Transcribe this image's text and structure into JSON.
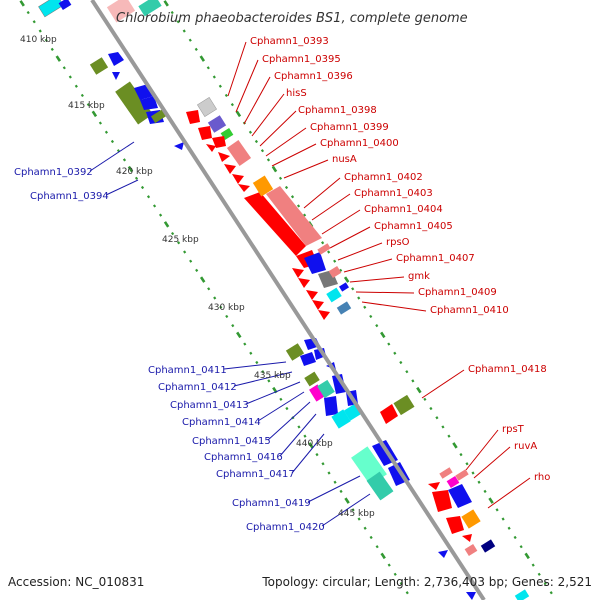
{
  "title": "Chlorobium phaeobacteroides BS1, complete genome",
  "kbp_marks": [
    {
      "text": "410 kbp"
    },
    {
      "text": "415 kbp"
    },
    {
      "text": "420 kbp"
    },
    {
      "text": "425 kbp"
    },
    {
      "text": "430 kbp"
    },
    {
      "text": "435 kbp"
    },
    {
      "text": "440 kbp"
    },
    {
      "text": "445 kbp"
    }
  ],
  "labels_red": [
    "Cphamn1_0393",
    "Cphamn1_0395",
    "Cphamn1_0396",
    "hisS",
    "Cphamn1_0398",
    "Cphamn1_0399",
    "Cphamn1_0400",
    "nusA",
    "Cphamn1_0402",
    "Cphamn1_0403",
    "Cphamn1_0404",
    "Cphamn1_0405",
    "rpsO",
    "Cphamn1_0407",
    "gmk",
    "Cphamn1_0409",
    "Cphamn1_0410",
    "Cphamn1_0418",
    "rpsT",
    "ruvA",
    "rho"
  ],
  "labels_blue": [
    "Cphamn1_0392",
    "Cphamn1_0394",
    "Cphamn1_0411",
    "Cphamn1_0412",
    "Cphamn1_0413",
    "Cphamn1_0414",
    "Cphamn1_0415",
    "Cphamn1_0416",
    "Cphamn1_0417",
    "Cphamn1_0419",
    "Cphamn1_0420"
  ],
  "colors": {
    "backbone": "#999999",
    "tick": "#339933",
    "red_label": "#cc0000",
    "blue_label": "#1a1aaa",
    "gene_red": "#ff0000",
    "gene_blue": "#1010ee",
    "gene_olive": "#6b8e23",
    "gene_orange": "#ff9900",
    "gene_pink": "#f08080",
    "gene_cyan": "#00e5ee",
    "gene_teal": "#33ccaa",
    "gene_aqua": "#66ffcc",
    "gene_magenta": "#ff00cc",
    "gene_gray": "#777777",
    "gene_lightgray": "#cccccc",
    "gene_slate": "#4682b4",
    "gene_navy": "#000080",
    "gene_violet": "#6a5acd",
    "gene_green": "#33cc33"
  },
  "footer": {
    "accession": "Accession: NC_010831",
    "topology": "Topology: circular; Length: 2,736,403 bp; Genes: 2,521"
  }
}
